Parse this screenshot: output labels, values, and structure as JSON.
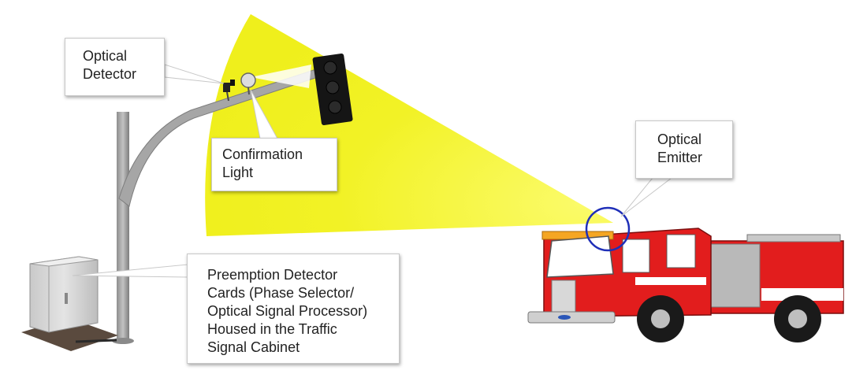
{
  "callouts": {
    "optical_detector": [
      "Optical",
      "Detector"
    ],
    "confirmation_light": [
      "Confirmation",
      "Light"
    ],
    "optical_emitter": [
      "Optical",
      "Emitter"
    ],
    "detector_cards": [
      "Preemption Detector",
      "Cards (Phase Selector/",
      "Optical Signal Processor)",
      "Housed in the Traffic",
      "Signal Cabinet"
    ]
  },
  "colors": {
    "beam": "#f2f226",
    "truck_red": "#e21d1d",
    "emitter_ring": "#1f2fb8",
    "light_bar": "#f5a623"
  }
}
